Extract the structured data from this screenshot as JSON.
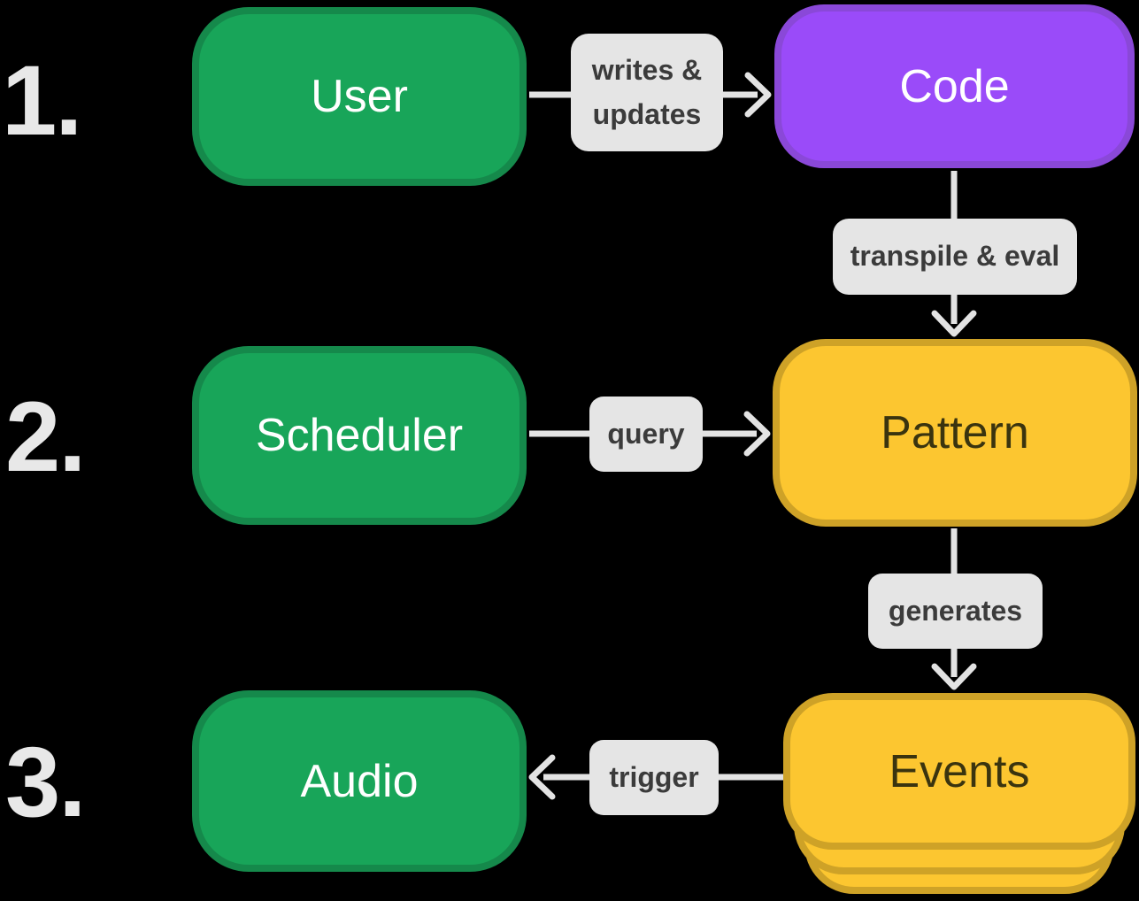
{
  "step_numbers": [
    "1.",
    "2.",
    "3."
  ],
  "nodes": {
    "user": {
      "label": "User",
      "color": "#18A559"
    },
    "code": {
      "label": "Code",
      "color": "#9A4BF9"
    },
    "scheduler": {
      "label": "Scheduler",
      "color": "#18A559"
    },
    "pattern": {
      "label": "Pattern",
      "color": "#FCC630"
    },
    "audio": {
      "label": "Audio",
      "color": "#18A559"
    },
    "events": {
      "label": "Events",
      "color": "#FCC630",
      "stacked_cards": 3
    }
  },
  "edges": {
    "writes_updates": {
      "label": "writes & updates",
      "from": "user",
      "to": "code",
      "direction": "right"
    },
    "transpile_eval": {
      "label": "transpile & eval",
      "from": "code",
      "to": "pattern",
      "direction": "down"
    },
    "query": {
      "label": "query",
      "from": "scheduler",
      "to": "pattern",
      "direction": "right"
    },
    "generates": {
      "label": "generates",
      "from": "pattern",
      "to": "events",
      "direction": "down"
    },
    "trigger": {
      "label": "trigger",
      "from": "events",
      "to": "audio",
      "direction": "left"
    }
  },
  "colors": {
    "green": "#18A559",
    "green_border": "#15894B",
    "purple": "#9A4BF9",
    "purple_border": "#8A48D8",
    "yellow": "#FCC630",
    "yellow_border": "#CEA227",
    "label_bg": "#E5E5E5",
    "label_text": "#3B3B3B",
    "arrow": "#E3E3E3",
    "number_text": "#E8E8E8",
    "node_text_light": "#FFFFFF",
    "node_text_dark": "#3A340F",
    "background": "#000000"
  }
}
